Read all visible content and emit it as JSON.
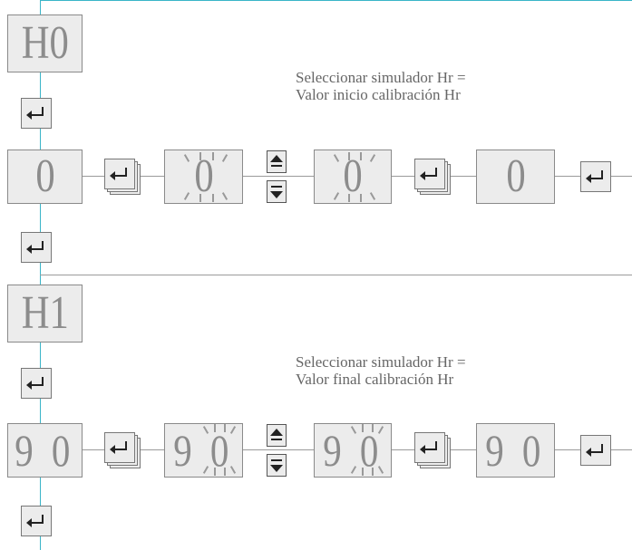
{
  "steps": [
    {
      "code": "H0",
      "value": "0",
      "note": [
        "Seleccionar simulador Hr =",
        "Valor inicio calibración Hr"
      ]
    },
    {
      "code": "H1",
      "value": "9 0",
      "note": [
        "Seleccionar simulador Hr =",
        "Valor final calibración Hr"
      ]
    }
  ],
  "icons": {
    "enter": "enter-key-icon",
    "enter_stack": "enter-key-hold-icon",
    "up_down": "up-down-keys-icon"
  },
  "colors": {
    "connector": "#3ab5c8",
    "separator": "#9a9a9a",
    "display_bg": "#ececec",
    "display_text": "#8c8c8c"
  }
}
